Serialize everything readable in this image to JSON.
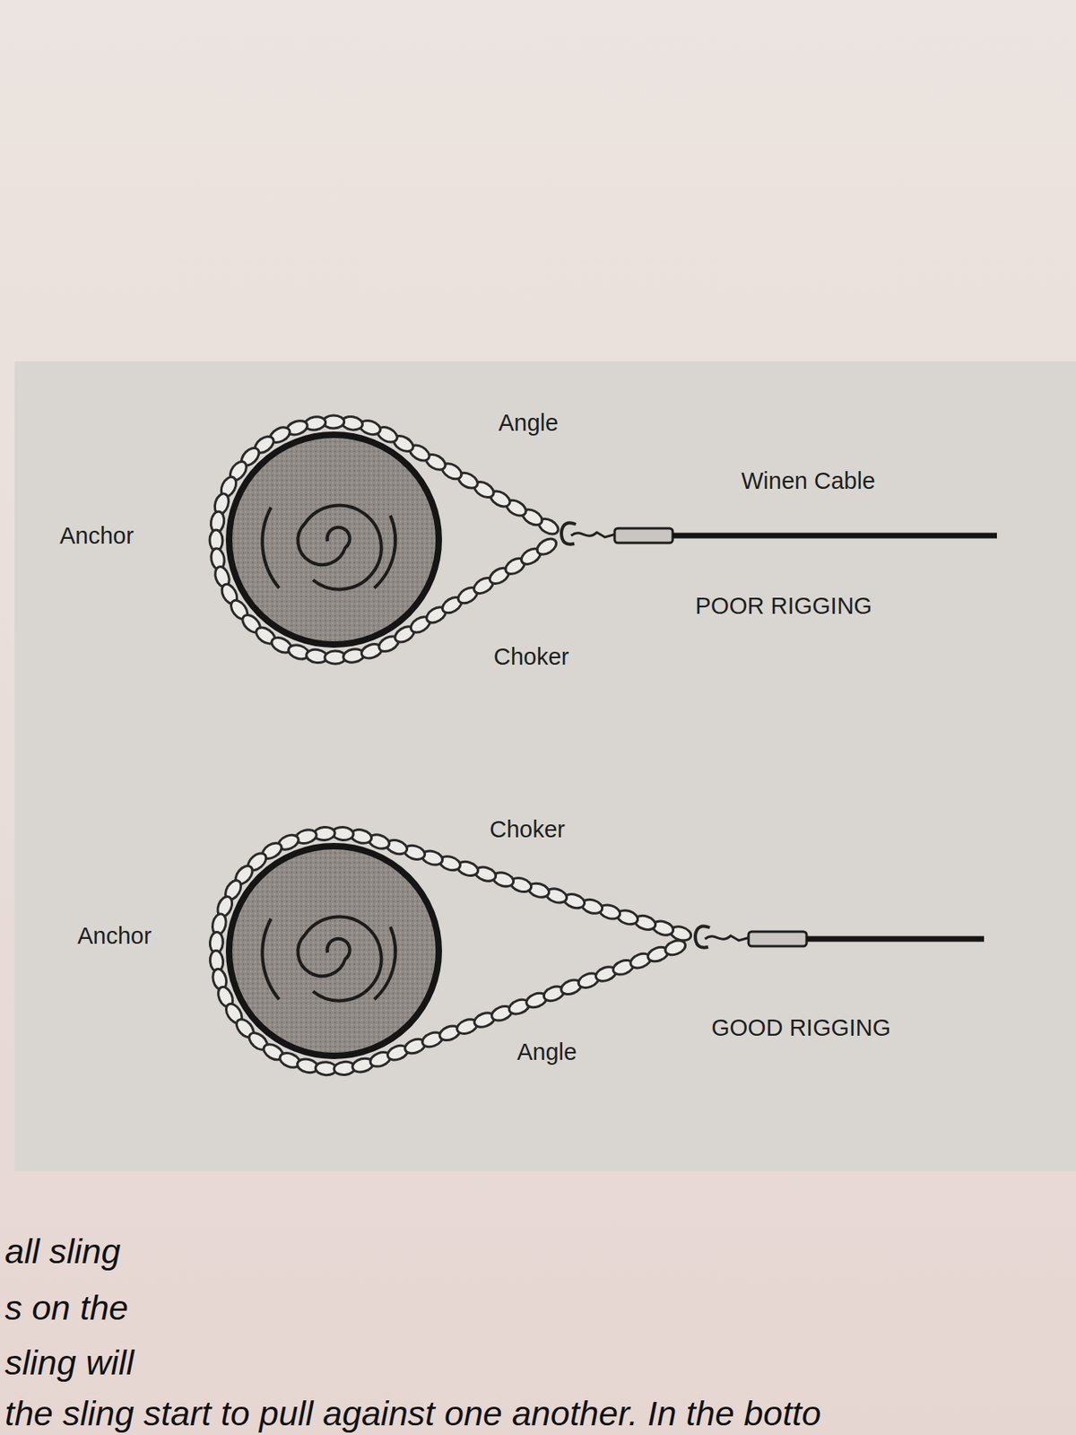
{
  "diagram": {
    "labels": [
      "Angle",
      "Winen Cable",
      "Anchor",
      "POOR RIGGING",
      "Choker",
      "Choker",
      "Anchor",
      "GOOD RIGGING",
      "Angle",
      "all sling",
      "s on the",
      "sling will",
      "the sling start to pull against one another.  In the botto"
    ]
  }
}
